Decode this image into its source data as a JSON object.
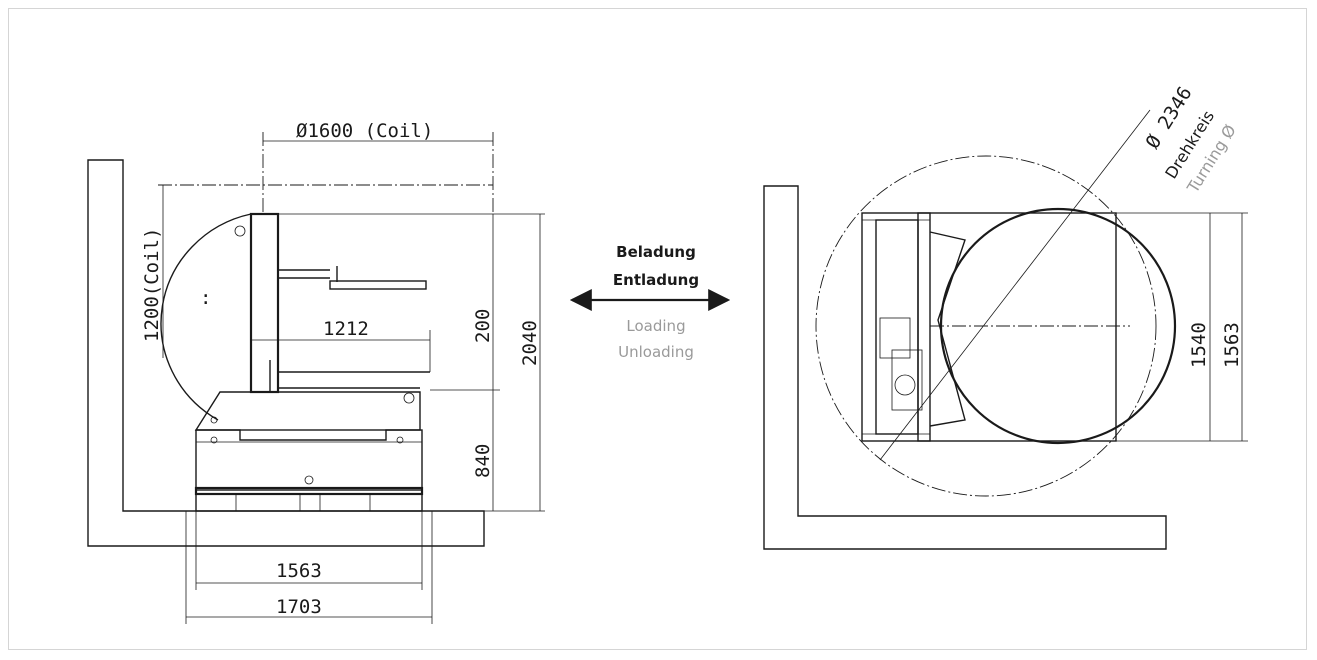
{
  "left_view": {
    "coil_diameter": "Ø1600 (Coil)",
    "coil_height": "1200(Coil)",
    "dim_1212": "1212",
    "dim_200": "200",
    "dim_2040": "2040",
    "dim_840": "840",
    "dim_1563": "1563",
    "dim_1703": "1703"
  },
  "center": {
    "label_de_1": "Beladung",
    "label_de_2": "Entladung",
    "label_en_1": "Loading",
    "label_en_2": "Unloading"
  },
  "right_view": {
    "turning_dia": "Ø 2346",
    "turning_de": "Drehkreis",
    "turning_en": "Turning Ø",
    "dim_1540": "1540",
    "dim_1563": "1563"
  },
  "colors": {
    "line": "#1a1a1a",
    "english_text": "#9a9a9a",
    "frame": "#d5d5d5"
  }
}
